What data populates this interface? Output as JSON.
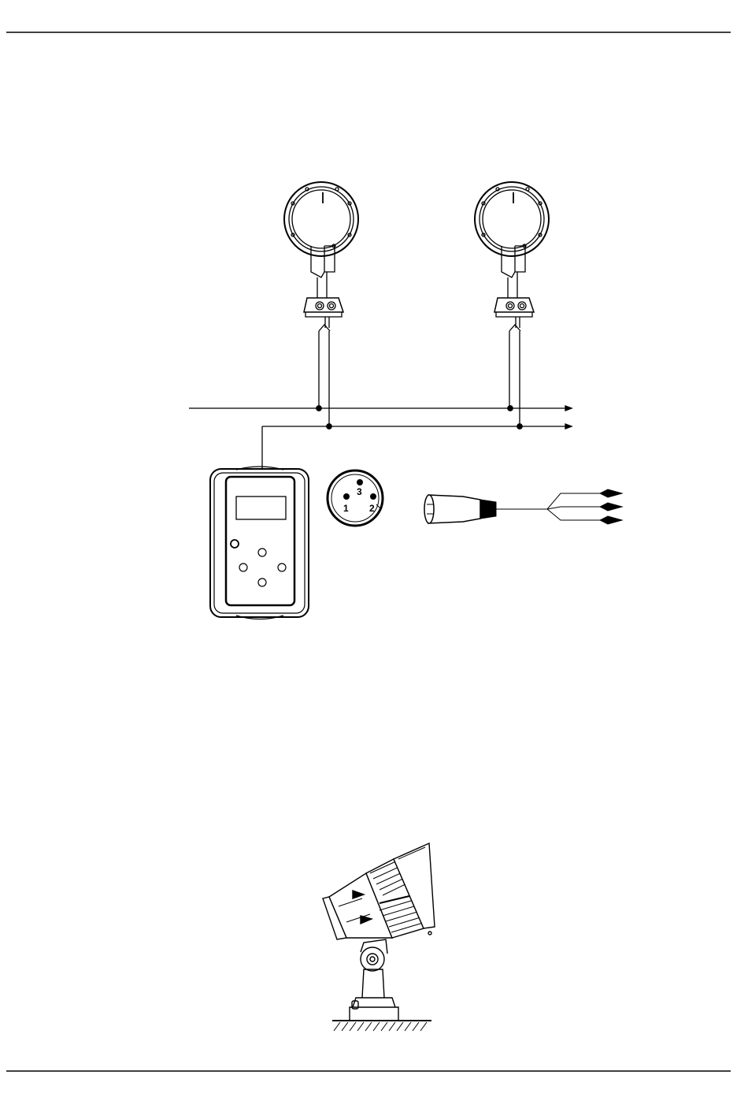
{
  "page": {
    "header_rule": true,
    "footer_rule": true
  },
  "wiring_diagram": {
    "fixtures": [
      {
        "icon": "spotlight-front-icon"
      },
      {
        "icon": "spotlight-front-icon"
      }
    ],
    "controller": {
      "icon": "dmx-controller-icon"
    },
    "xlr_connector": {
      "icon": "xlr-socket-icon",
      "pins": [
        "1",
        "2",
        "3"
      ]
    },
    "plug": {
      "icon": "xlr-plug-icon"
    },
    "wire_ends": {
      "icon": "wire-tips-icon",
      "count": 3
    }
  },
  "fixture_illustration": {
    "icon": "spotlight-side-icon"
  },
  "colors": {
    "line": "#000000",
    "fill": "#ffffff"
  }
}
